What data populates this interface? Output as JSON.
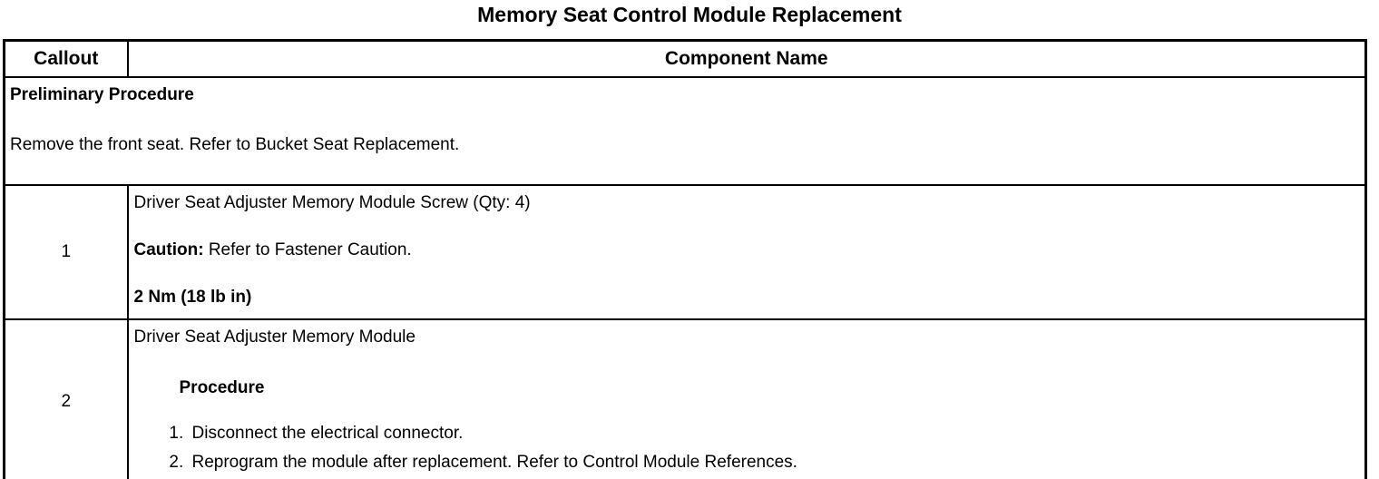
{
  "page_title": "Memory Seat Control Module Replacement",
  "colors": {
    "text": "#000000",
    "border": "#000000",
    "background": "#ffffff"
  },
  "table": {
    "header": {
      "callout": "Callout",
      "component": "Component Name"
    },
    "preliminary": {
      "heading": "Preliminary Procedure",
      "text": "Remove the front seat. Refer to Bucket Seat Replacement."
    },
    "rows": [
      {
        "callout": "1",
        "component_name": "Driver Seat Adjuster Memory Module Screw (Qty: 4)",
        "caution_label": "Caution:",
        "caution_text": " Refer to Fastener Caution.",
        "torque": "2 Nm (18 lb in)"
      },
      {
        "callout": "2",
        "component_name": "Driver Seat Adjuster Memory Module",
        "procedure_heading": "Procedure",
        "steps": [
          "Disconnect the electrical connector.",
          "Reprogram the module after replacement. Refer to Control Module References."
        ]
      }
    ]
  }
}
